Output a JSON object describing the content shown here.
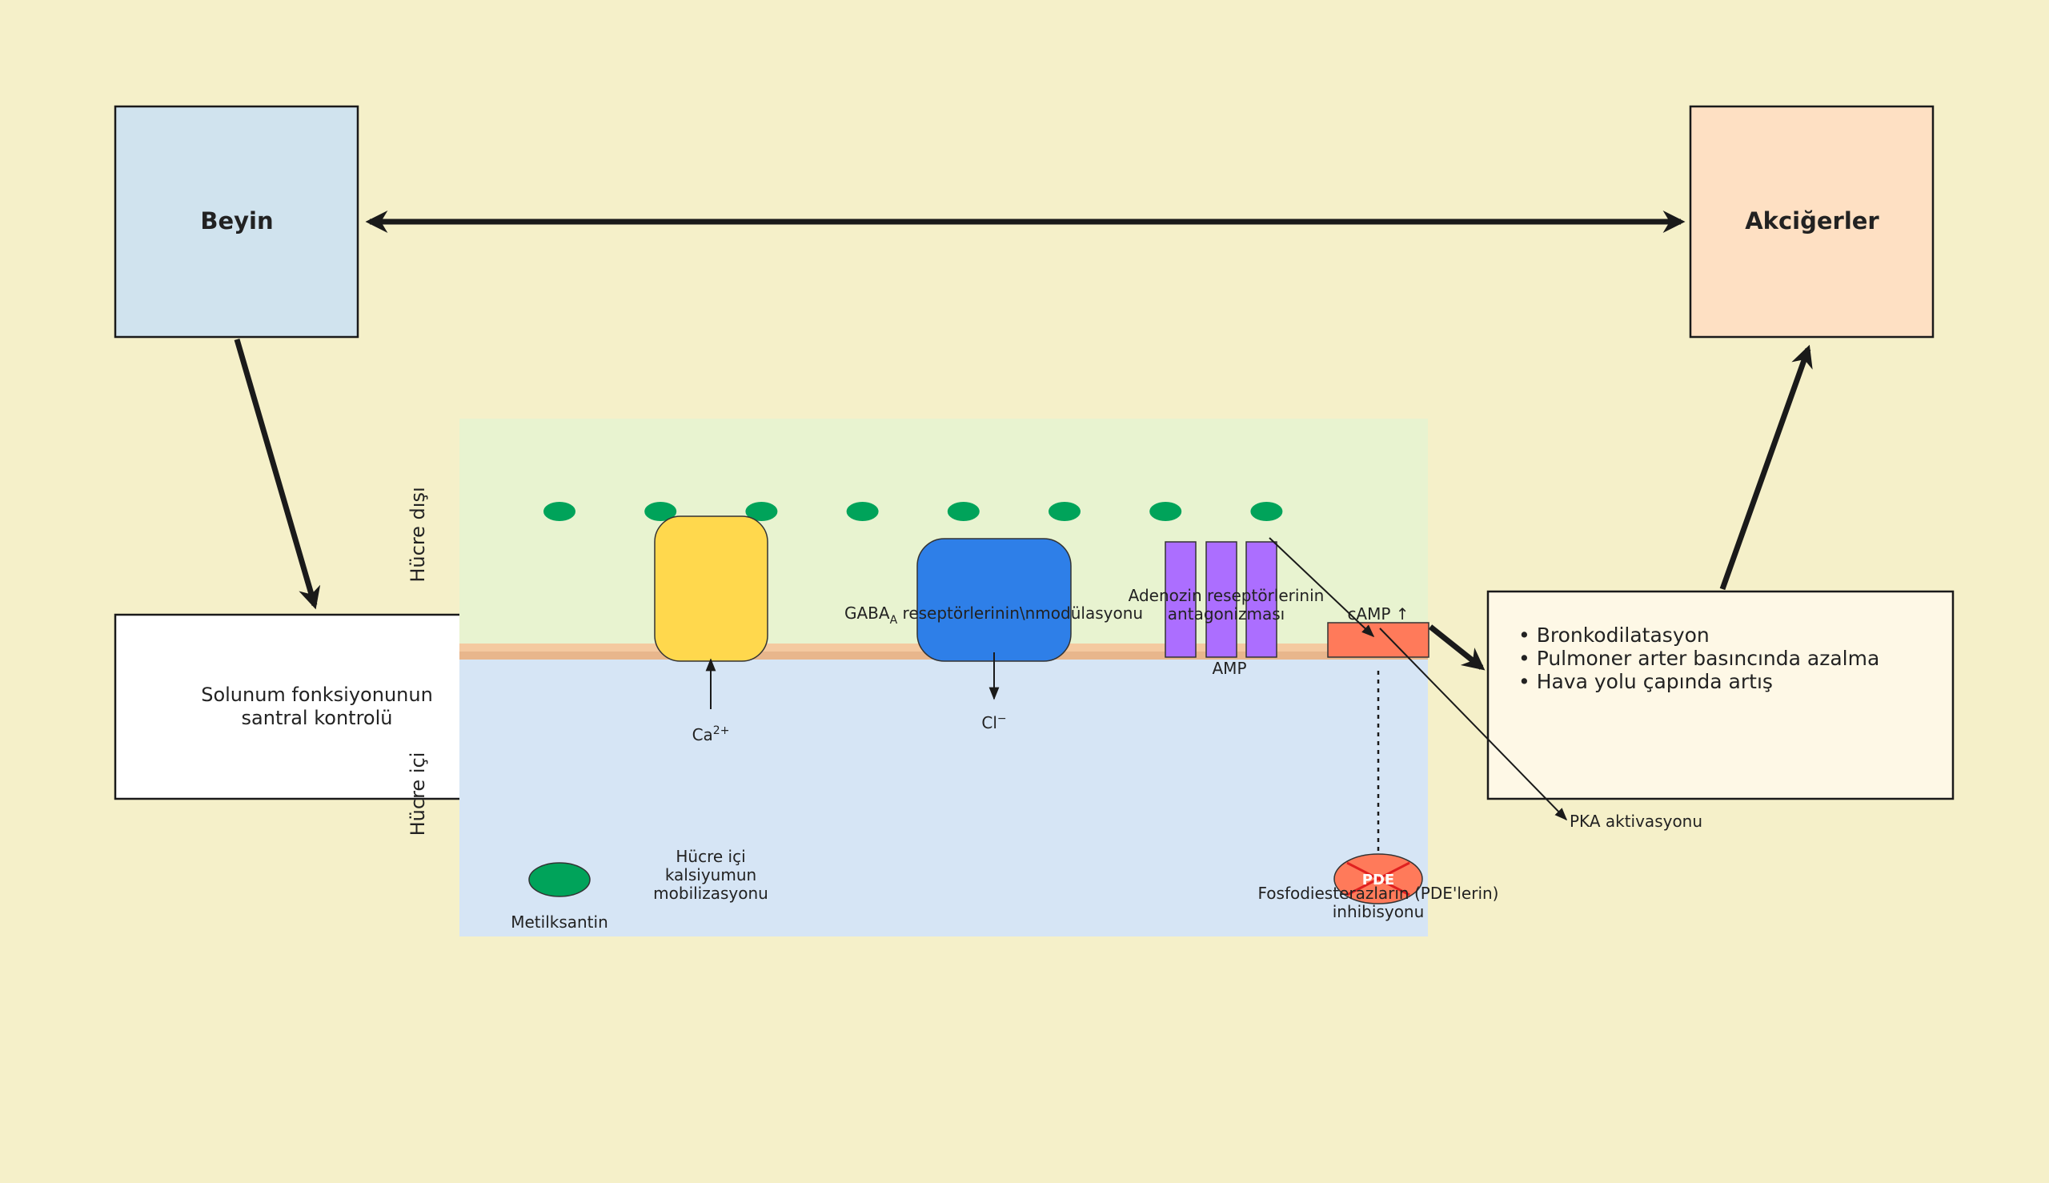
{
  "colors": {
    "background": "#f5f0c9",
    "brain_box": "#d0e3ee",
    "lungs_box": "#fee0c3",
    "control_box": "#ffffff",
    "effects_box": "#fef8e6",
    "extracellular": "#e8f3d0",
    "intracellular": "#d6e5f5",
    "membrane_outer": "#f4c9a0",
    "membrane_inner": "#e8b68c",
    "methylxanthine": "#00a35a",
    "calcium_channel": "#ffd84d",
    "gaba_receptor": "#2e7fe8",
    "adenosine_receptor": "#ac6eff",
    "camp_box": "#ff7a5a",
    "pde": "#ff7a5a",
    "pde_cross": "#e02020",
    "stroke": "#1a1a1a"
  },
  "nodes": {
    "brain": "Beyin",
    "lungs": "Akciğerler",
    "central_control": [
      "Solunum fonksiyonunun",
      "santral kontrolü"
    ],
    "effects": [
      "• Bronkodilatasyon",
      "• Pulmoner arter basıncında azalma",
      "• Hava yolu çapında artış"
    ]
  },
  "cell": {
    "extracellular_label": "Hücre dışı",
    "intracellular_label": "Hücre içi",
    "calcium_ion": {
      "base": "Ca",
      "sup": "2+"
    },
    "calcium_label": [
      "Hücre içi",
      "kalsiyumun",
      "mobilizasyonu"
    ],
    "chloride_ion": {
      "base": "Cl",
      "sup": "−"
    },
    "gaba_label": {
      "base": "GABA",
      "sub": "A",
      "rest": " reseptörlerinin\\nmodülasyonu"
    },
    "adenosine_label": [
      "Adenozin reseptörlerinin",
      "antagonizması"
    ],
    "amp_label": "AMP",
    "camp_label": "cAMP ↑",
    "pde_label": "PDE",
    "pde_inhibition_label": [
      "Fosfodiesterazların (PDE'lerin)",
      "inhibisyonu"
    ],
    "pka_label": "PKA aktivasyonu",
    "legend_label": "Metilksantin",
    "methylxanthine_count": 8
  }
}
